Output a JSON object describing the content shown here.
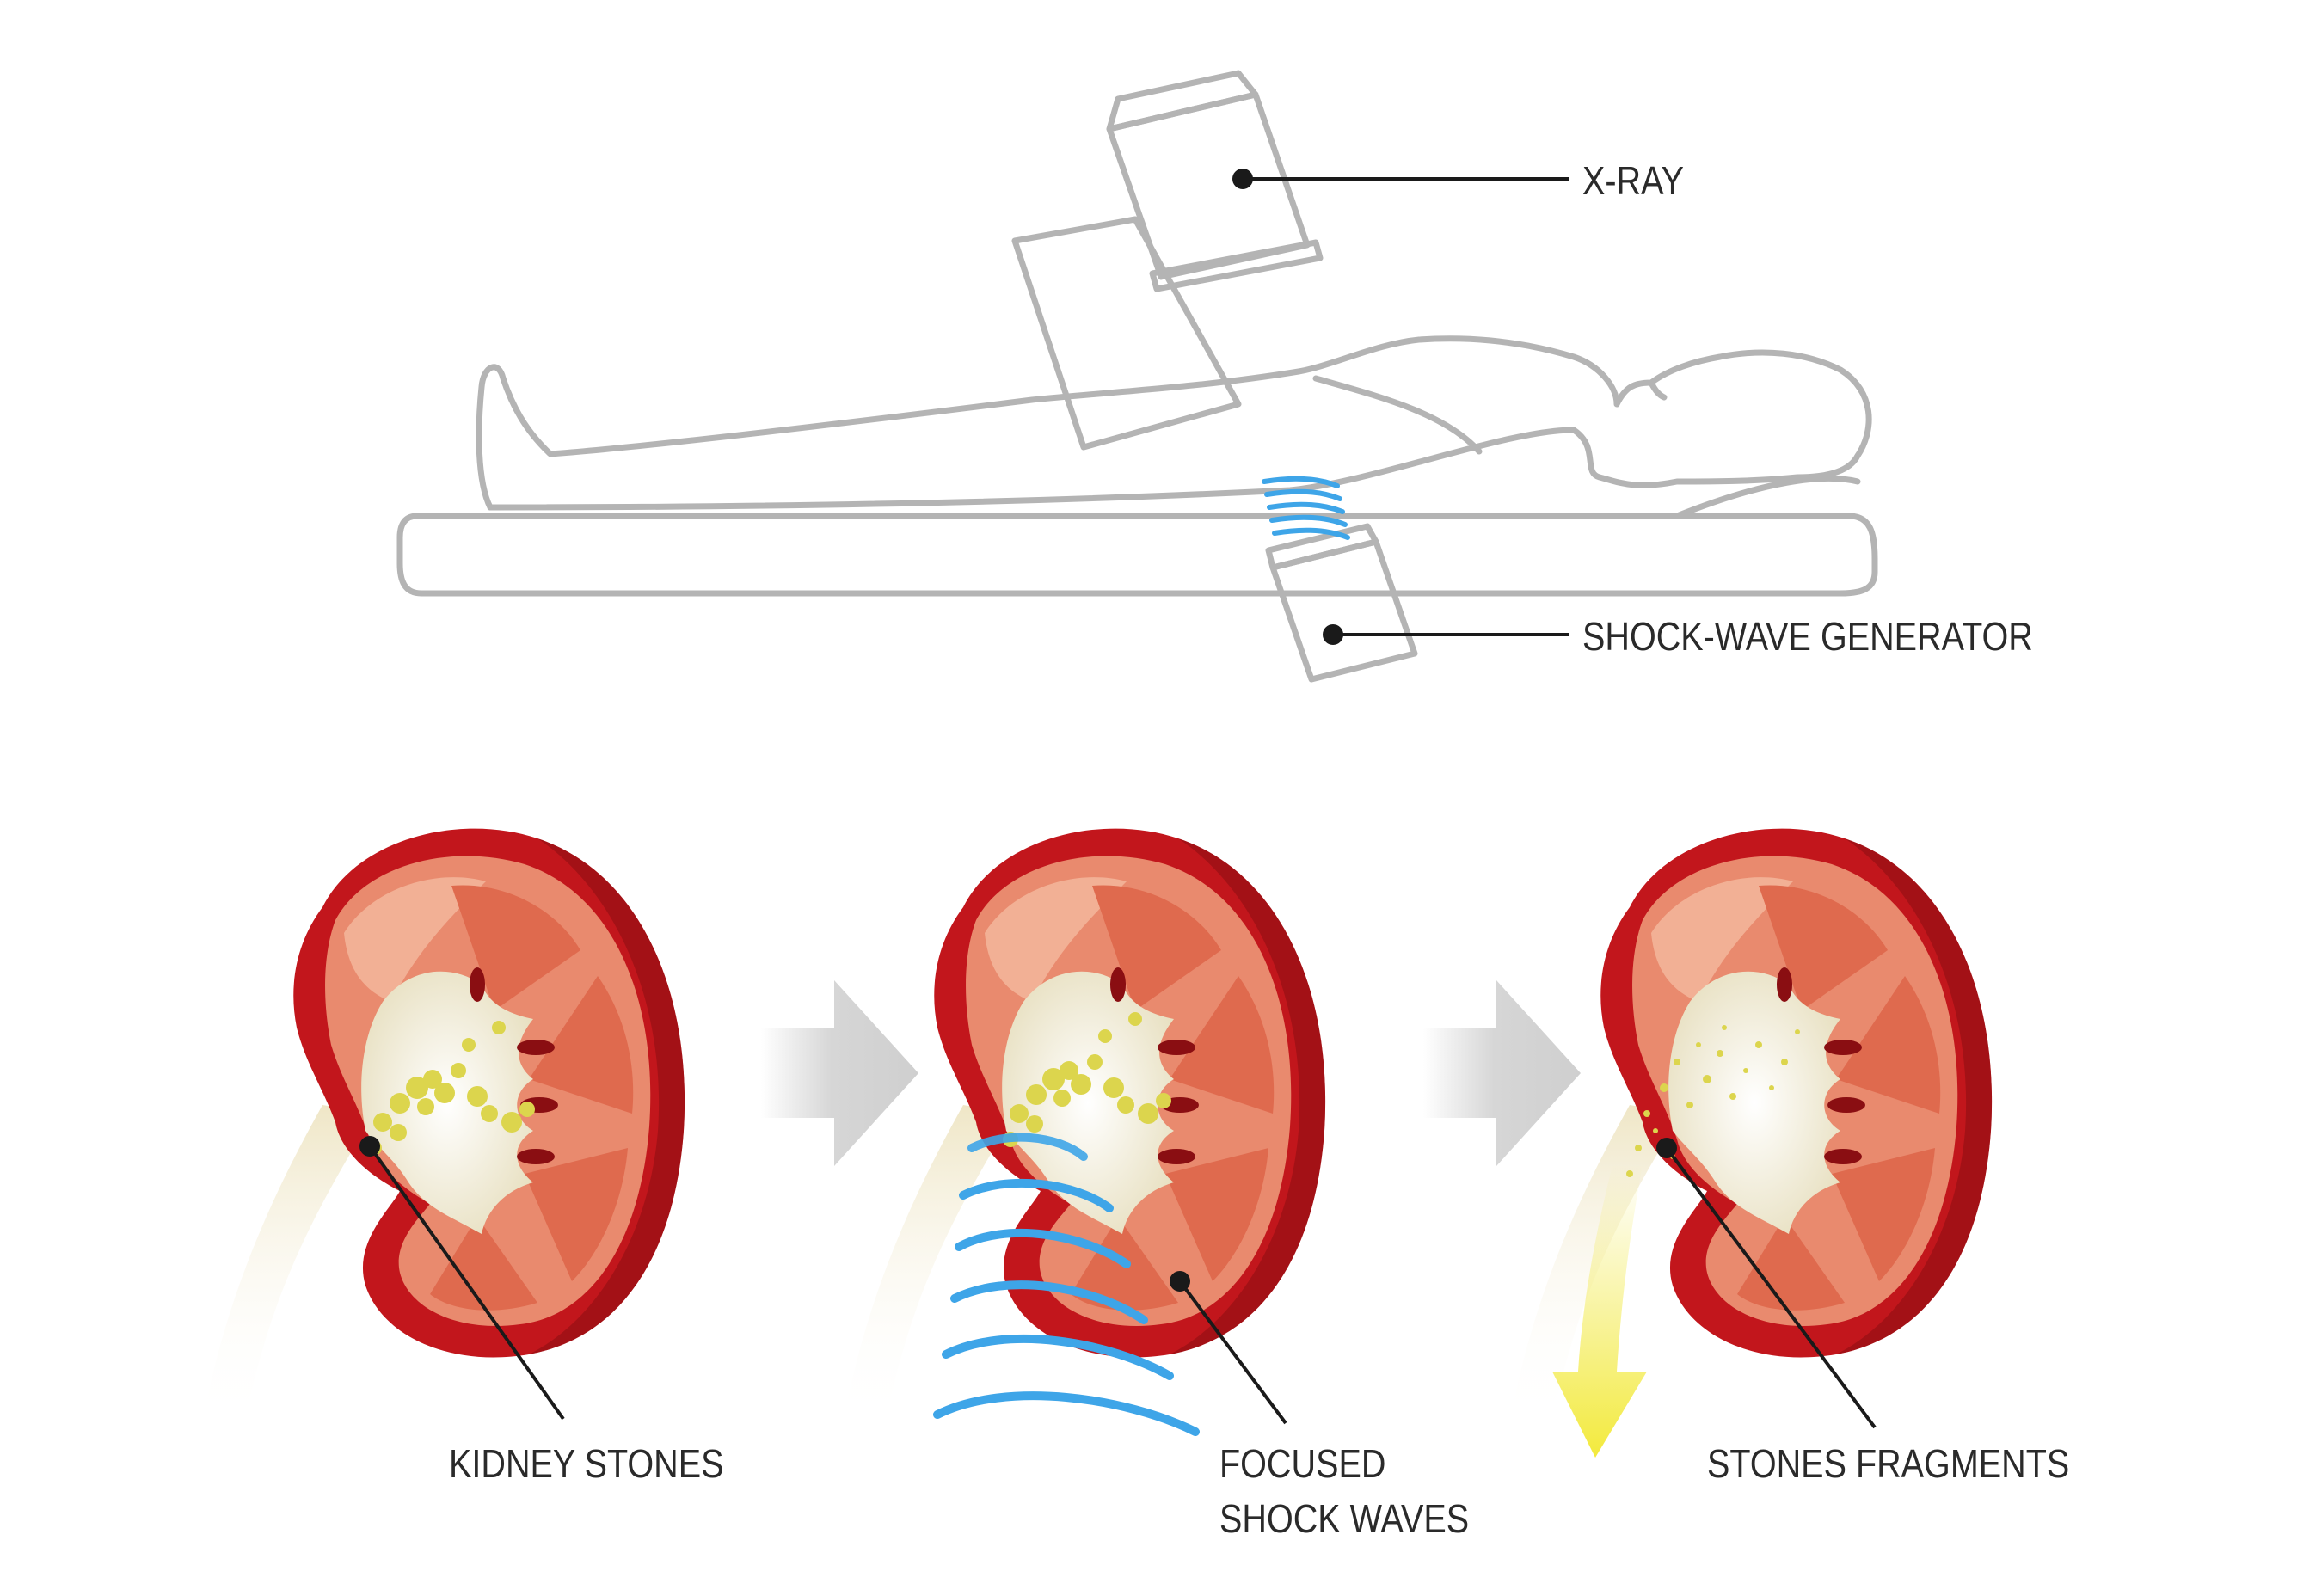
{
  "labels": {
    "xray": "X-RAY",
    "generator": "SHOCK-WAVE GENERATOR",
    "kidney_stones": "KIDNEY STONES",
    "focused_line1": "FOCUSED",
    "focused_line2": "SHOCK WAVES",
    "fragments": "STONES FRAGMENTS"
  },
  "colors": {
    "outline": "#b4b4b4",
    "cortex": "#c2161c",
    "cortex_dark": "#8a0e12",
    "tissue": "#e98a6e",
    "tissue_light": "#f2b095",
    "pyramid": "#df6a4e",
    "pelvis": "#f1ecd7",
    "stone": "#dcd54d",
    "wave": "#3ea5e8",
    "arrow": "#d6d6d6",
    "fragment_arrow": "#f0e84a",
    "leader": "#1a1a1a"
  }
}
